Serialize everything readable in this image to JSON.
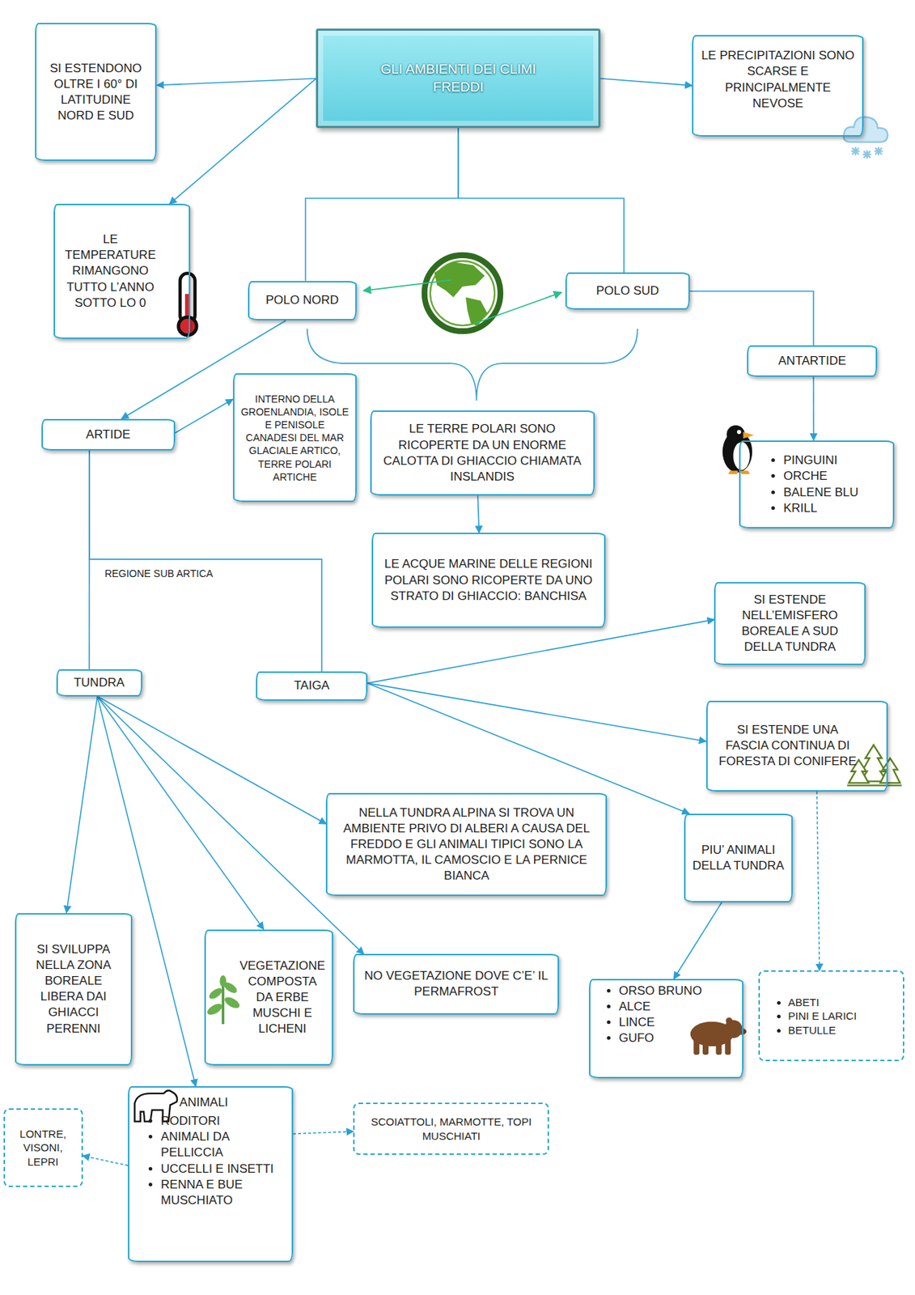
{
  "diagram": {
    "nodes": [
      {
        "text": [
          "GLI AMBIENTI DEI CLIMI FREDDI"
        ]
      },
      {
        "text": [
          "SI ESTENDONO OLTRE I 60° DI LATITUDINE NORD E SUD"
        ]
      },
      {
        "text": [
          "LE PRECIPITAZIONI SONO SCARSE E PRINCIPALMENTE NEVOSE"
        ]
      },
      {
        "text": [
          "LE TEMPERATURE RIMANGONO TUTTO L’ANNO SOTTO LO 0"
        ]
      },
      {
        "text": [
          "POLO NORD"
        ]
      },
      {
        "text": [
          "POLO SUD"
        ]
      },
      {
        "text": [
          "ARTIDE"
        ]
      },
      {
        "text": [
          "INTERNO DELLA GROENLANDIA, ISOLE E PENISOLE CANADESI DEL MAR GLACIALE ARTICO, TERRE POLARI ARTICHE"
        ]
      },
      {
        "text": [
          "LE TERRE POLARI SONO RICOPERTE DA UN ENORME CALOTTA DI GHIACCIO CHIAMATA INSLANDIS"
        ]
      },
      {
        "text": [
          "LE ACQUE MARINE DELLE REGIONI POLARI SONO RICOPERTE DA UNO STRATO DI GHIACCIO: BANCHISA"
        ]
      },
      {
        "text": [
          "ANTARTIDE"
        ]
      },
      {
        "text": [
          "PINGUINI",
          "ORCHE",
          "BALENE BLU",
          "KRILL"
        ]
      },
      {
        "text": [
          "TUNDRA"
        ]
      },
      {
        "text": [
          "TAIGA"
        ]
      },
      {
        "text": [
          "SI ESTENDE NELL’EMISFERO BOREALE A SUD DELLA TUNDRA"
        ]
      },
      {
        "text": [
          "SI ESTENDE UNA FASCIA CONTINUA DI FORESTA DI CONIFERE"
        ]
      },
      {
        "text": [
          "NELLA TUNDRA ALPINA SI TROVA UN AMBIENTE PRIVO DI ALBERI A CAUSA DEL FREDDO E GLI ANIMALI TIPICI SONO LA MARMOTTA, IL CAMOSCIO E LA PERNICE BIANCA"
        ]
      },
      {
        "text": [
          "PIU’ ANIMALI DELLA TUNDRA"
        ]
      },
      {
        "text": [
          "ORSO BRUNO",
          "ALCE",
          "LINCE",
          "GUFO"
        ]
      },
      {
        "text": [
          "ABETI",
          "PINI E LARICI",
          "BETULLE"
        ]
      },
      {
        "text": [
          "SI SVILUPPA NELLA ZONA BOREALE LIBERA DAI GHIACCI PERENNI"
        ]
      },
      {
        "text": [
          "VEGETAZIONE COMPOSTA DA ERBE MUSCHI E LICHENI"
        ]
      },
      {
        "text": [
          "NO VEGETAZIONE DOVE C’E’ IL PERMAFROST"
        ]
      },
      {
        "text": [
          "ANIMALI",
          "RODITORI",
          "ANIMALI DA PELLICCIA",
          "UCCELLI E INSETTI",
          "RENNA E BUE MUSCHIATO"
        ]
      },
      {
        "text": [
          "SCOIATTOLI, MARMOTTE, TOPI MUSCHIATI"
        ]
      },
      {
        "text": [
          "LONTRE, VISONI, LEPRI"
        ]
      }
    ],
    "edges": [
      {
        "from": 0,
        "to": 1,
        "arrow": "to"
      },
      {
        "from": 0,
        "to": 3,
        "arrow": "to"
      },
      {
        "from": 0,
        "to": 2,
        "arrow": "to"
      },
      {
        "from": 0,
        "to": 4,
        "arrow": "none"
      },
      {
        "from": 0,
        "to": 5,
        "arrow": "none"
      },
      {
        "from": 4,
        "to": 6,
        "arrow": "to"
      },
      {
        "from": 6,
        "to": 7,
        "arrow": "to"
      },
      {
        "from": 8,
        "to": 9,
        "arrow": "to"
      },
      {
        "from": 5,
        "to": 10,
        "arrow": "none"
      },
      {
        "from": 10,
        "to": 11,
        "arrow": "to"
      },
      {
        "from": 6,
        "to": 12,
        "arrow": "none"
      },
      {
        "from": 6,
        "to": 13,
        "arrow": "none"
      },
      {
        "from": 13,
        "to": 14,
        "arrow": "to"
      },
      {
        "from": 13,
        "to": 15,
        "arrow": "to"
      },
      {
        "from": 13,
        "to": 17,
        "arrow": "to"
      },
      {
        "from": 17,
        "to": 18,
        "arrow": "to"
      },
      {
        "from": 15,
        "to": 19,
        "arrow": "to"
      },
      {
        "from": 12,
        "to": 20,
        "arrow": "to"
      },
      {
        "from": 12,
        "to": 21,
        "arrow": "to"
      },
      {
        "from": 12,
        "to": 22,
        "arrow": "to"
      },
      {
        "from": 12,
        "to": 16,
        "arrow": "to"
      },
      {
        "from": 12,
        "to": 23,
        "arrow": "to"
      },
      {
        "from": 23,
        "to": 24,
        "arrow": "to"
      },
      {
        "from": 23,
        "to": 25,
        "arrow": "to"
      }
    ],
    "labels": [
      "REGIONE SUB ARTICA"
    ]
  }
}
